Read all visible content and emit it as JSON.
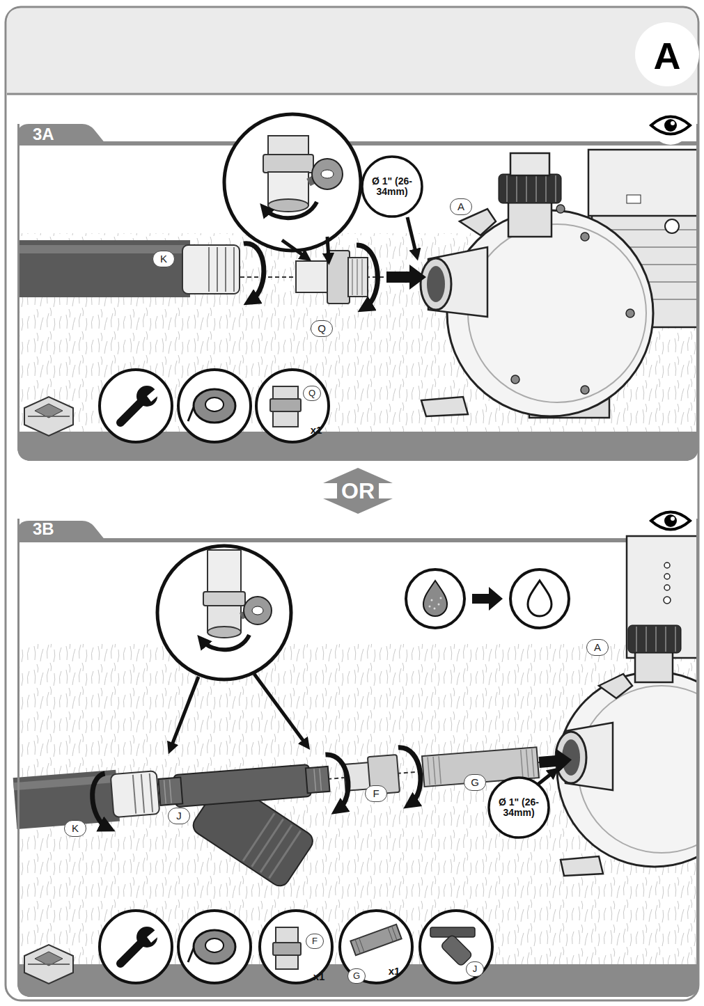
{
  "diagram": {
    "nodes": [
      {
        "text": [
          "3A"
        ]
      },
      {
        "text": [
          "3B"
        ]
      },
      {
        "text": [
          "Ø 1\" (26-34mm)"
        ],
        "in": 0
      },
      {
        "text": [
          "Ø 1\" (26-34mm)"
        ],
        "in": 1
      }
    ],
    "edges": [
      {
        "from": 0,
        "to": 1,
        "arrow": "both",
        "label": "OR"
      }
    ],
    "labels": [
      "A",
      "A",
      "K",
      "Q",
      "Q",
      "x1",
      "A",
      "K",
      "J",
      "F",
      "G",
      "F",
      "x1",
      "G",
      "x1",
      "J"
    ]
  }
}
